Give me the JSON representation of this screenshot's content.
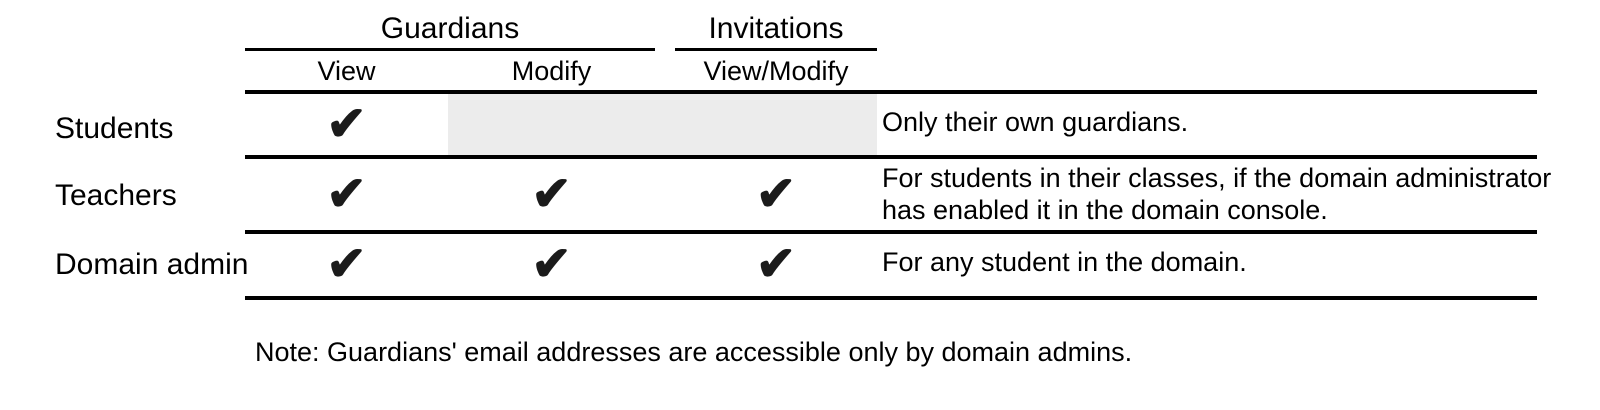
{
  "table": {
    "column_groups": [
      {
        "label": "Guardians",
        "columns": [
          "View",
          "Modify"
        ]
      },
      {
        "label": "Invitations",
        "columns": [
          "View/Modify"
        ]
      }
    ],
    "rows": [
      {
        "label": "Students",
        "permissions": {
          "guardians_view": true,
          "guardians_modify": false,
          "invitations_view_modify": false
        },
        "description_lines": [
          "Only their own guardians."
        ]
      },
      {
        "label": "Teachers",
        "permissions": {
          "guardians_view": true,
          "guardians_modify": true,
          "invitations_view_modify": true
        },
        "description_lines": [
          "For students in their classes, if the domain administrator",
          "has enabled it in the domain console."
        ]
      },
      {
        "label": "Domain admin",
        "permissions": {
          "guardians_view": true,
          "guardians_modify": true,
          "invitations_view_modify": true
        },
        "description_lines": [
          "For any student in the domain."
        ]
      }
    ]
  },
  "note": "Note: Guardians' email addresses are accessible only by domain admins.",
  "icons": {
    "check": "✔"
  },
  "colors": {
    "background": "#ffffff",
    "text": "#000000",
    "line": "#000000",
    "check": "#1b1b1b",
    "disabled_cell_bg": "#ececec"
  }
}
